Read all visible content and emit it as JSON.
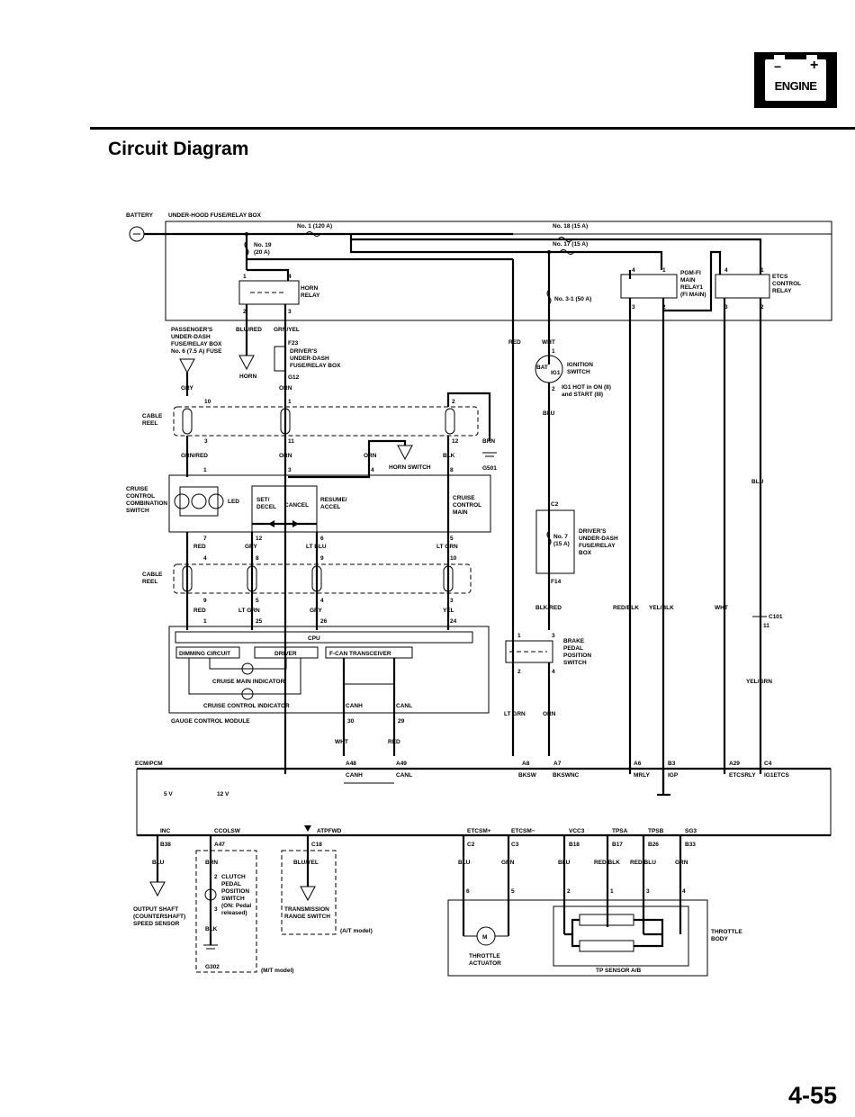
{
  "header": {
    "section_badge": {
      "icon": "battery-icon",
      "minus": "−",
      "plus": "+",
      "label": "ENGINE"
    },
    "title": "Circuit Diagram",
    "page_number": "4-55"
  },
  "diagram": {
    "battery": "BATTERY",
    "underhood_box": "UNDER-HOOD FUSE/RELAY BOX",
    "fuses": {
      "no1": "No. 1 (120 A)",
      "no18": "No. 18 (15 A)",
      "no17": "No. 17 (15 A)",
      "no19": [
        "No. 19",
        "(20 A)"
      ],
      "no31": "No. 3-1 (50 A)",
      "no7": [
        "No. 7",
        "(15 A)"
      ]
    },
    "horn_relay": {
      "label": [
        "HORN",
        "RELAY"
      ],
      "pins": [
        "1",
        "4",
        "2",
        "3"
      ]
    },
    "pgmfi_relay": {
      "label": [
        "PGM-FI",
        "MAIN",
        "RELAY1",
        "(FI MAIN)"
      ],
      "pins": [
        "4",
        "1",
        "3",
        "2"
      ]
    },
    "etcs_relay": {
      "label": [
        "ETCS",
        "CONTROL",
        "RELAY"
      ],
      "pins": [
        "4",
        "1",
        "3",
        "2"
      ]
    },
    "passenger_box": [
      "PASSENGER'S",
      "UNDER-DASH",
      "FUSE/RELAY BOX",
      "No. 6 (7.5 A) FUSE"
    ],
    "drivers_box": [
      "DRIVER'S",
      "UNDER-DASH",
      "FUSE/RELAY BOX"
    ],
    "drivers_box_connectors": [
      "F23",
      "G12"
    ],
    "drivers_box2": [
      "DRIVER'S",
      "UNDER-DASH",
      "FUSE/RELAY",
      "BOX"
    ],
    "drivers_box2_connectors": [
      "C2",
      "F14"
    ],
    "horn": "HORN",
    "horn_switch": "HORN SWITCH",
    "ignition": {
      "bat": "BAT",
      "ig1": "IG1",
      "label": [
        "IGNITION",
        "SWITCH"
      ],
      "note": [
        "IG1 HOT in ON (II)",
        "and START (III)"
      ],
      "pins": [
        "1",
        "2"
      ]
    },
    "cable_reel": [
      "CABLE",
      "REEL"
    ],
    "cruise_switch": {
      "label": [
        "CRUISE",
        "CONTROL",
        "COMBINATION",
        "SWITCH"
      ],
      "led": "LED",
      "set": [
        "SET/",
        "DECEL"
      ],
      "cancel": "CANCEL",
      "resume": [
        "RESUME/",
        "ACCEL"
      ],
      "main": [
        "CRUISE",
        "CONTROL",
        "MAIN"
      ],
      "pins_top": [
        "1",
        "3",
        "4",
        "8"
      ],
      "pins_bottom": [
        "7",
        "12",
        "6",
        "5"
      ]
    },
    "ground_g501": "G501",
    "ground_g302": "G302",
    "cable_reel_top_pins": {
      "top": [
        "10",
        "1",
        "2"
      ],
      "bottom": [
        "3",
        "11",
        "12"
      ]
    },
    "cable_reel_bottom_pins": {
      "top": [
        "4",
        "8",
        "9",
        "10"
      ],
      "bottom": [
        "9",
        "5",
        "4",
        "3"
      ]
    },
    "gauge_pins": [
      "1",
      "25",
      "26",
      "24"
    ],
    "gauge": {
      "cpu": "CPU",
      "dimming": "DIMMING CIRCUIT",
      "driver": "DRIVER",
      "fcan": "F-CAN TRANSCEIVER",
      "cruise_main_ind": "CRUISE MAIN INDICATOR",
      "cruise_ctrl_ind": "CRUISE CONTROL INDICATOR",
      "canh": "CANH",
      "canl": "CANL",
      "pins": [
        "30",
        "29"
      ],
      "label": "GAUGE CONTROL MODULE"
    },
    "brake_switch": {
      "label": [
        "BRAKE",
        "PEDAL",
        "POSITION",
        "SWITCH"
      ],
      "pins": [
        "1",
        "3",
        "2",
        "4"
      ]
    },
    "c101": {
      "label": "C101",
      "pin": "11"
    },
    "wire_colors": {
      "blu_red": "BLU/RED",
      "grn_yel": "GRN/YEL",
      "gry": "GRY",
      "orn": "ORN",
      "grn_red": "GRN/RED",
      "blk": "BLK",
      "brn": "BRN",
      "red": "RED",
      "lt_blu": "LT BLU",
      "lt_grn": "LT GRN",
      "yel": "YEL",
      "wht": "WHT",
      "blu": "BLU",
      "blk_red": "BLK/RED",
      "red_blk": "RED/BLK",
      "yel_blk": "YEL/BLK",
      "yel_grn": "YEL/GRN",
      "blu_yel": "BLU/YEL",
      "grn": "GRN",
      "red_blu": "RED/BLU"
    },
    "ecm": {
      "label": "ECM/PCM",
      "v5": "5 V",
      "v12": "12 V",
      "top_pins": [
        {
          "pin": "A48",
          "signal": "CANH"
        },
        {
          "pin": "A49",
          "signal": "CANL"
        },
        {
          "pin": "A8",
          "signal": "BKSW"
        },
        {
          "pin": "A7",
          "signal": "BKSWNC"
        },
        {
          "pin": "A6",
          "signal": "MRLY"
        },
        {
          "pin": "B3",
          "signal": "IGP"
        },
        {
          "pin": "A29",
          "signal": "ETCSRLY"
        },
        {
          "pin": "C4",
          "signal": "IG1ETCS"
        }
      ],
      "bottom_pins": [
        {
          "pin": "B38",
          "signal": "INC"
        },
        {
          "pin": "A47",
          "signal": "CCOLSW"
        },
        {
          "pin": "C18",
          "signal": "ATPFWD"
        },
        {
          "pin": "C2",
          "signal": "ETCSM+"
        },
        {
          "pin": "C3",
          "signal": "ETCSM−"
        },
        {
          "pin": "B18",
          "signal": "VCC3"
        },
        {
          "pin": "B17",
          "signal": "TPSA"
        },
        {
          "pin": "B26",
          "signal": "TPSB"
        },
        {
          "pin": "B33",
          "signal": "SG3"
        }
      ]
    },
    "output_shaft": [
      "OUTPUT SHAFT",
      "(COUNTERSHAFT)",
      "SPEED SENSOR"
    ],
    "clutch": {
      "label": [
        "CLUTCH",
        "PEDAL",
        "POSITION",
        "SWITCH",
        "(ON: Pedal",
        "released)"
      ],
      "pins": [
        "2",
        "3"
      ],
      "model": "(M/T model)"
    },
    "trans_range": {
      "label": [
        "TRANSMISSION",
        "RANGE SWITCH"
      ],
      "model": "(A/T model)"
    },
    "throttle": {
      "actuator": [
        "THROTTLE",
        "ACTUATOR"
      ],
      "motor": "M",
      "tp_sensor": "TP SENSOR A/B",
      "body": [
        "THROTTLE",
        "BODY"
      ],
      "pins": [
        "6",
        "5",
        "2",
        "1",
        "3",
        "4"
      ]
    }
  }
}
